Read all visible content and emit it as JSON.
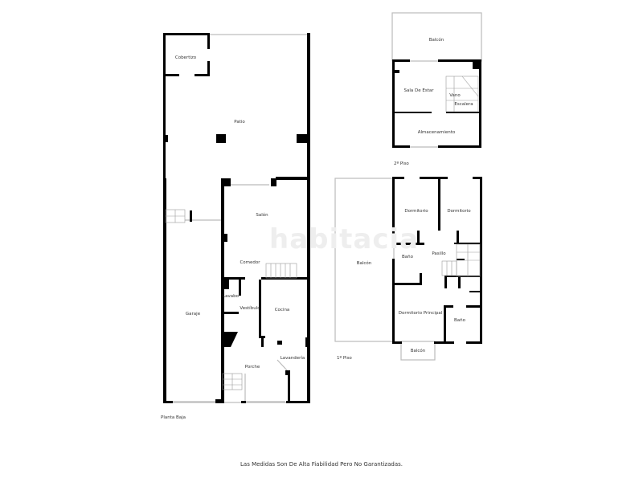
{
  "watermark": "habitacia",
  "disclaimer": "Las Medidas Son De Alta Fiabilidad Pero No Garantizadas.",
  "floors": [
    {
      "name": "Planta Baja",
      "rooms": [
        "Cobertizo",
        "Patio",
        "Salón",
        "Comedor",
        "Garaje",
        "Lavabo",
        "Vestíbulo",
        "Cocina",
        "Lavandería",
        "Porche"
      ]
    },
    {
      "name": "1º Piso",
      "rooms": [
        "Balcón",
        "Dormitorio",
        "Dormitorio",
        "Baño",
        "Pasillo",
        "Dormitorio Principal",
        "Baño",
        "Balcón"
      ]
    },
    {
      "name": "2º Piso",
      "rooms": [
        "Balcón",
        "Sala De Estar",
        "Vano",
        "Escalera",
        "Almacenamiento"
      ]
    }
  ],
  "colors": {
    "wall": "#000000",
    "thin_wall": "#bbbbbb",
    "text": "#333333",
    "watermark": "#eeeeee"
  }
}
